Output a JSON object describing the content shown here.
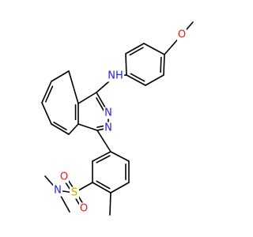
{
  "colors": {
    "bond": "#000000",
    "N": "#1f1fe6",
    "O": "#e61f1f",
    "S": "#c7a500",
    "background": "#ffffff"
  },
  "atoms": {
    "o_methoxy": "O",
    "nh": "NH",
    "n2": "N",
    "n3": "N",
    "s": "S",
    "o_s1": "O",
    "o_s2": "O",
    "n_amide": "N"
  }
}
